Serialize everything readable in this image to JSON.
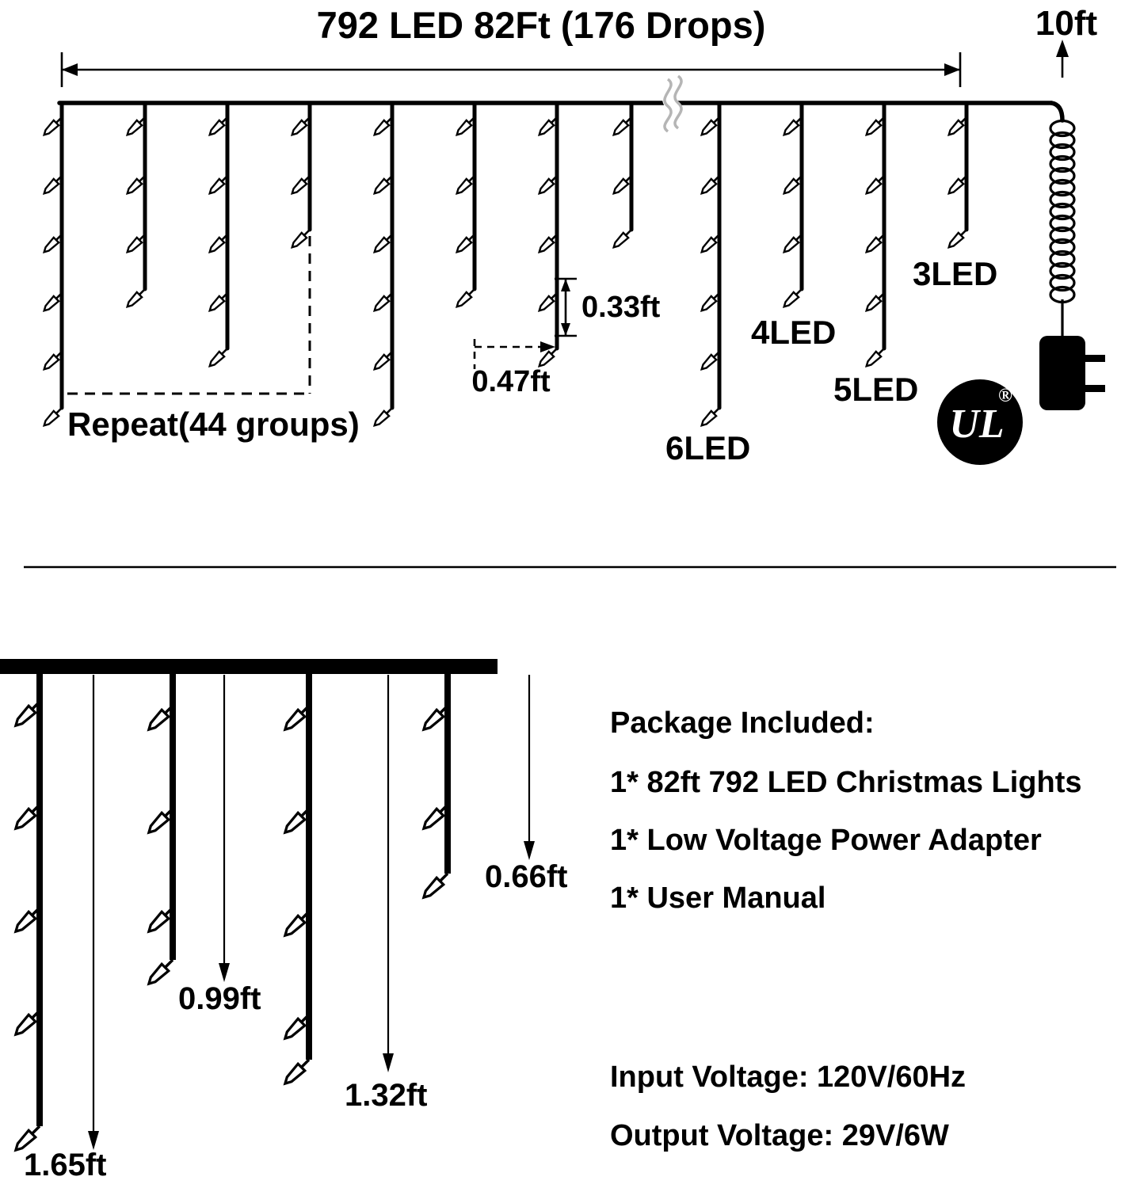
{
  "top": {
    "title": "792 LED 82Ft (176 Drops)",
    "lead": "10ft",
    "repeat": "Repeat(44 groups)",
    "dim_bulb": "0.33ft",
    "dim_drop": "0.47ft",
    "led3": "3LED",
    "led4": "4LED",
    "led5": "5LED",
    "led6": "6LED",
    "ul": "UL",
    "reg": "®"
  },
  "bottom": {
    "dim066": "0.66ft",
    "dim099": "0.99ft",
    "dim132": "1.32ft",
    "dim165": "1.65ft"
  },
  "package": {
    "heading": "Package Included:",
    "items": [
      "1* 82ft 792 LED Christmas Lights",
      "1* Low Voltage Power Adapter",
      "1* User Manual"
    ],
    "input_voltage": "Input Voltage: 120V/60Hz",
    "output_voltage": "Output Voltage: 29V/6W"
  },
  "colors": {
    "ink": "#000000",
    "paper": "#ffffff",
    "break_mark": "#b5b5b5"
  }
}
